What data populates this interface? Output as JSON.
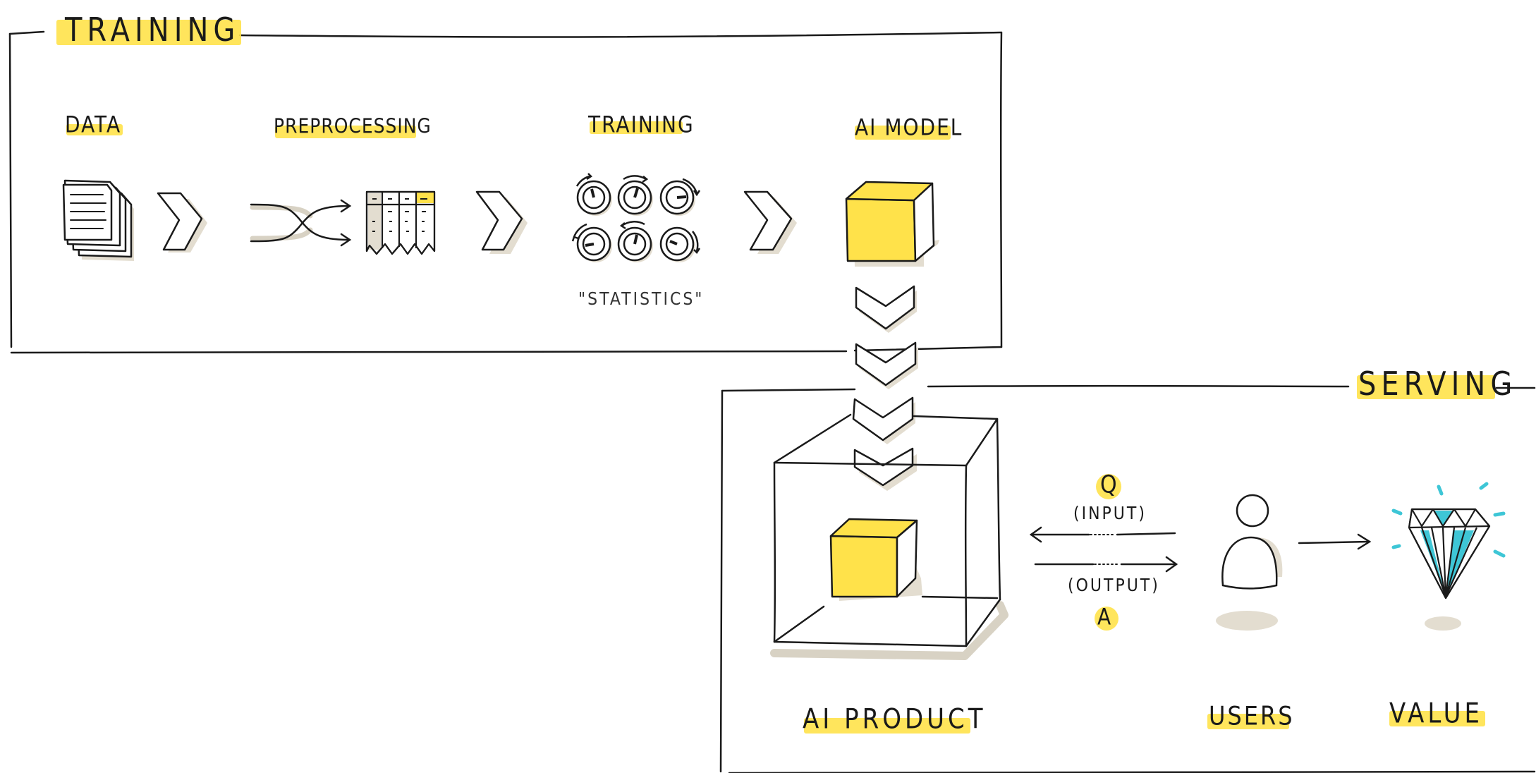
{
  "training": {
    "title": "TRAINING",
    "steps": {
      "data": "DATA",
      "preprocessing": "PREPROCESSING",
      "training": "TRAINING",
      "ai_model": "AI MODEL"
    },
    "statistics_caption": "\"STATISTICS\""
  },
  "serving": {
    "title": "SERVING",
    "question": "Q",
    "input": "(INPUT)",
    "output": "(OUTPUT)",
    "answer": "A",
    "ai_product": "AI PRODUCT",
    "users": "USERS",
    "value": "VALUE"
  },
  "colors": {
    "highlight": "#ffe24a",
    "cube_yellow": "#ffe24a",
    "shadow": "#e3ddd0",
    "ink": "#1a1a1a",
    "gem_cyan": "#3ec6d6"
  },
  "icons": [
    "documents-icon",
    "shuffle-icon",
    "table-icon",
    "dials-icon",
    "cube-icon",
    "chevron-right-icon",
    "chevron-down-icon",
    "person-icon",
    "diamond-icon"
  ]
}
